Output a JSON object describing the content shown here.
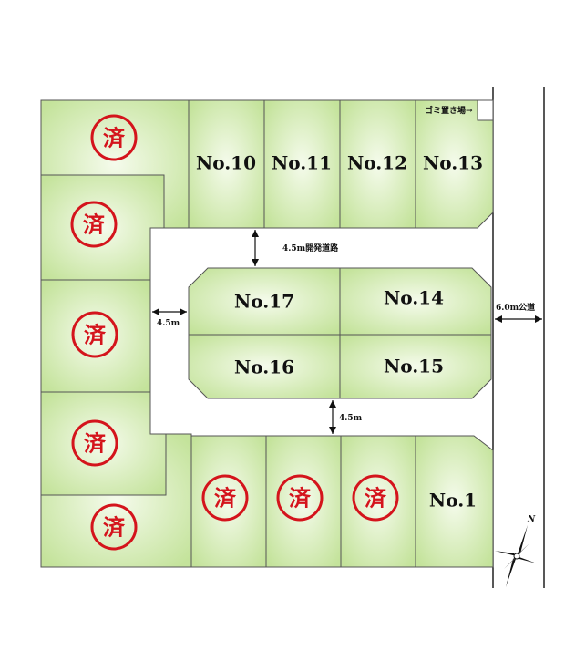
{
  "lots": [
    {
      "label": "No.10"
    },
    {
      "label": "No.11"
    },
    {
      "label": "No.12"
    },
    {
      "label": "No.13"
    },
    {
      "label": "No.17"
    },
    {
      "label": "No.14"
    },
    {
      "label": "No.16"
    },
    {
      "label": "No.15"
    },
    {
      "label": "No.1"
    }
  ],
  "sold_mark": "済",
  "garbage_area": "ゴミ置き場→",
  "roads": {
    "dev_road": "4.5m開発道路",
    "left_width": "4.5m",
    "bottom_width": "4.5m",
    "public_road": "6.0m公道"
  },
  "compass": {
    "north": "N"
  },
  "colors": {
    "lot_green": "#c8e6a0",
    "lot_light": "#f3fbe9",
    "sold_red": "#d4141c"
  }
}
